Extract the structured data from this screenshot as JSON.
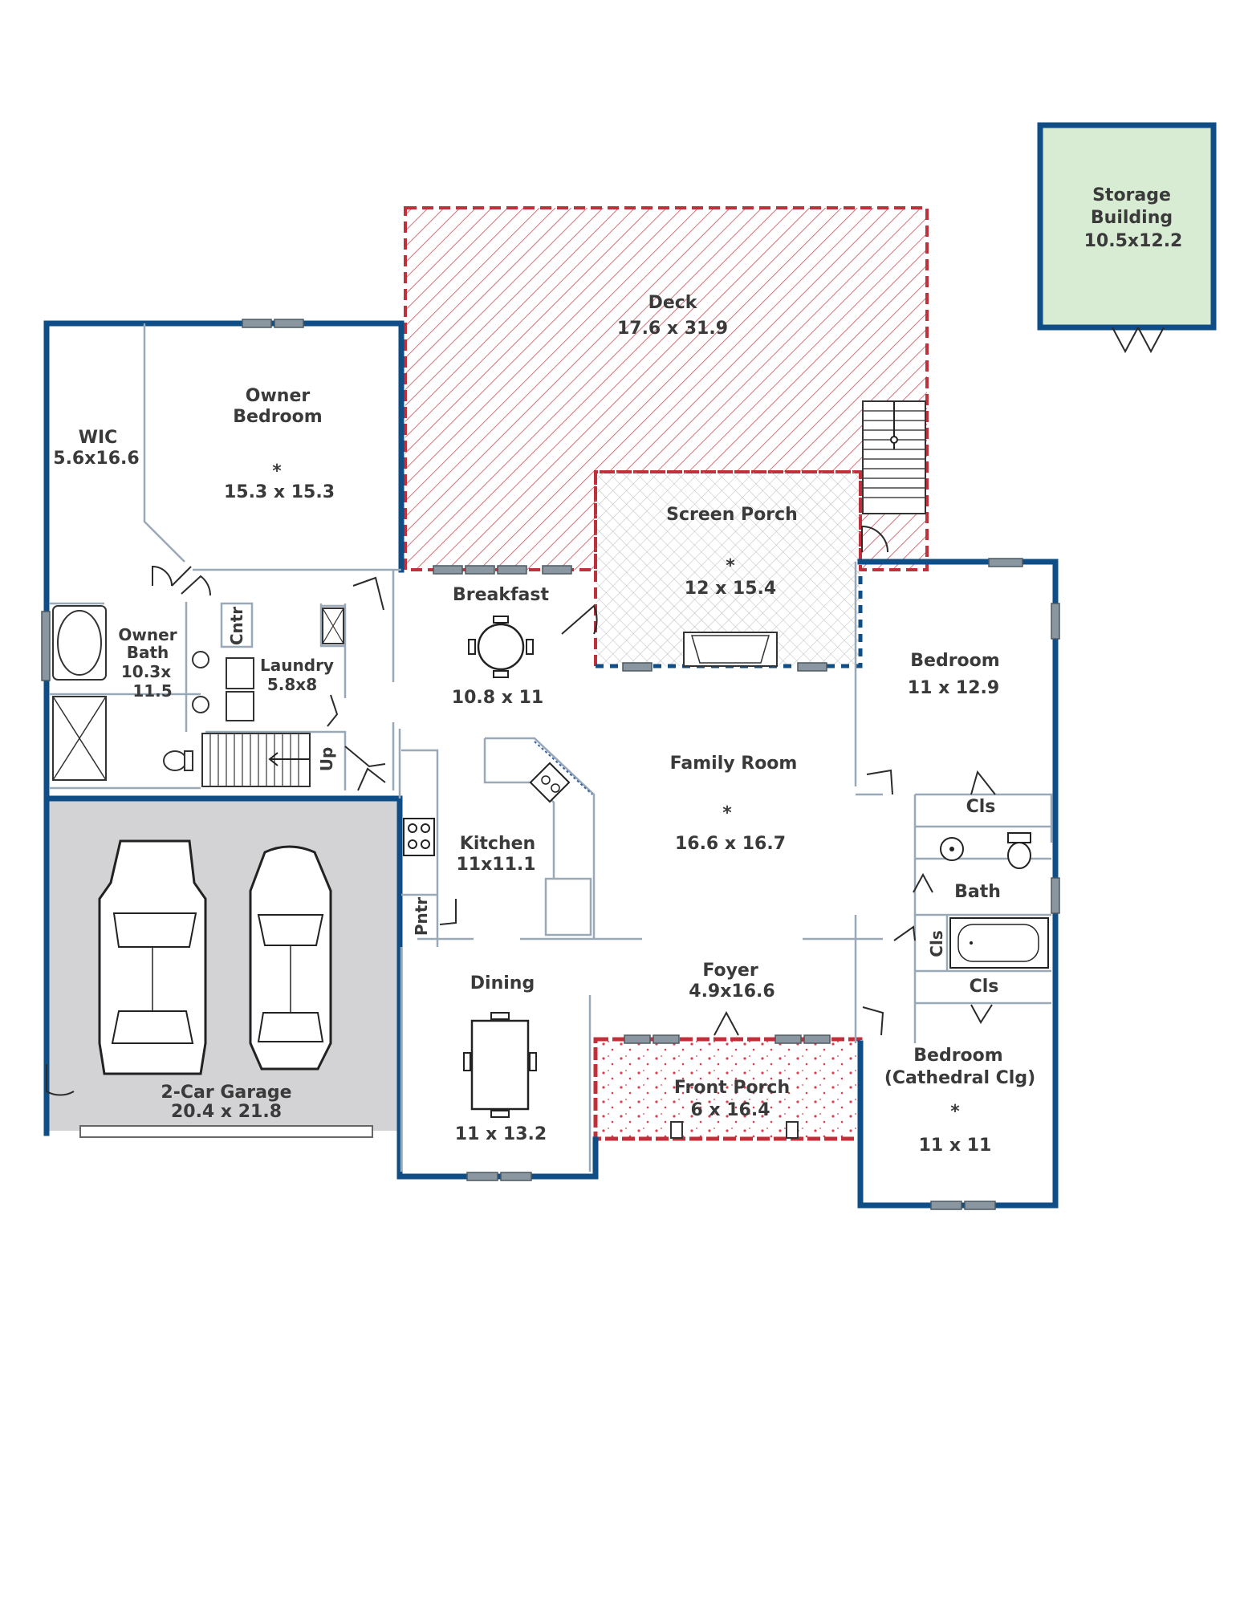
{
  "rooms": {
    "storage": {
      "name_1": "Storage",
      "name_2": "Building",
      "size": "10.5x12.2"
    },
    "deck": {
      "name": "Deck",
      "size": "17.6 x 31.9"
    },
    "owner_bedroom": {
      "name_1": "Owner",
      "name_2": "Bedroom",
      "size": "15.3 x 15.3"
    },
    "wic": {
      "name": "WIC",
      "size": "5.6x16.6"
    },
    "screen_porch": {
      "name": "Screen Porch",
      "size": "12 x 15.4"
    },
    "breakfast": {
      "name": "Breakfast",
      "size": "10.8 x 11"
    },
    "owner_bath": {
      "name_1": "Owner",
      "name_2": "Bath",
      "size_1": "10.3x",
      "size_2": "11.5"
    },
    "laundry": {
      "name": "Laundry",
      "size": "5.8x8"
    },
    "cntr": "Cntr",
    "up": "Up",
    "bedroom_1": {
      "name": "Bedroom",
      "size": "11 x 12.9"
    },
    "family_room": {
      "name": "Family Room",
      "size": "16.6 x 16.7"
    },
    "kitchen": {
      "name": "Kitchen",
      "size": "11x11.1"
    },
    "pntr": "Pntr",
    "cls_1": "Cls",
    "bath": "Bath",
    "cls_2": "Cls",
    "cls_3": "Cls",
    "foyer": {
      "name": "Foyer",
      "size": "4.9x16.6"
    },
    "dining": {
      "name": "Dining",
      "size": "11 x 13.2"
    },
    "garage": {
      "name": "2-Car Garage",
      "size": "20.4 x 21.8"
    },
    "front_porch": {
      "name": "Front Porch",
      "size": "6 x 16.4"
    },
    "bedroom_2": {
      "name_1": "Bedroom",
      "name_2": "(Cathedral Clg)",
      "size": "11 x 11"
    }
  },
  "colors": {
    "wall": "#0f4d86",
    "storage_fill": "#d8ecd3",
    "garage_fill": "#d3d3d6",
    "deck_hatch": "#c0303a",
    "porch_dash": "#c0303a"
  }
}
